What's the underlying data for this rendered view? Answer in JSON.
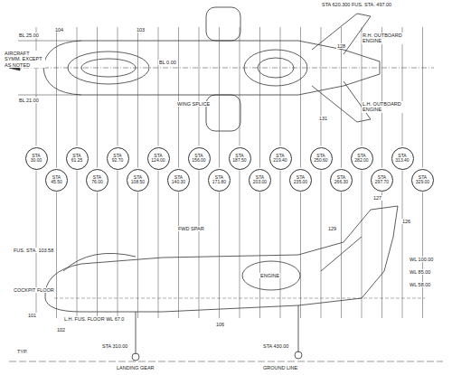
{
  "diagram": {
    "nodes": [
      {
        "text": [
          "STA 30.00"
        ]
      },
      {
        "text": [
          "STA 45.50"
        ]
      },
      {
        "text": [
          "STA 61.25"
        ]
      },
      {
        "text": [
          "STA 76.00"
        ]
      },
      {
        "text": [
          "STA 92.70"
        ]
      },
      {
        "text": [
          "STA 108.50"
        ]
      },
      {
        "text": [
          "STA 124.00"
        ]
      },
      {
        "text": [
          "STA 140.30"
        ]
      },
      {
        "text": [
          "STA 156.00"
        ]
      },
      {
        "text": [
          "STA 171.80"
        ]
      },
      {
        "text": [
          "STA 187.50"
        ]
      },
      {
        "text": [
          "STA 203.00"
        ]
      },
      {
        "text": [
          "STA 219.40"
        ]
      },
      {
        "text": [
          "STA 235.00"
        ]
      },
      {
        "text": [
          "STA 250.60"
        ]
      },
      {
        "text": [
          "STA 266.30"
        ]
      },
      {
        "text": [
          "STA 282.00"
        ]
      },
      {
        "text": [
          "STA 297.70"
        ]
      },
      {
        "text": [
          "STA 313.40"
        ]
      },
      {
        "text": [
          "STA 329.00"
        ]
      }
    ],
    "labels": [
      "AIRCRAFT SYMM. EXCEPT AS NOTED",
      "BL 25.00",
      "BL 21.00",
      "104",
      "103",
      "BL 0.00",
      "WING SPLICE",
      "R.H. OUTBOARD ENGINE",
      "L.H. OUTBOARD ENGINE",
      "STA 620.300 FUS. STA. 497.00",
      "128",
      "131",
      "WL 100.00",
      "WL 85.00",
      "WL 58.00",
      "FUS. STA. 103.58",
      "L.H. FUS. FLOOR WL 67.0",
      "COCKPIT FLOOR",
      "LANDING GEAR",
      "GROUND LINE",
      "ENGINE",
      "127",
      "129",
      "101",
      "102",
      "106",
      "126",
      "FWD SPAR",
      "TYP.",
      "STA 310.00",
      "STA 430.00"
    ]
  }
}
